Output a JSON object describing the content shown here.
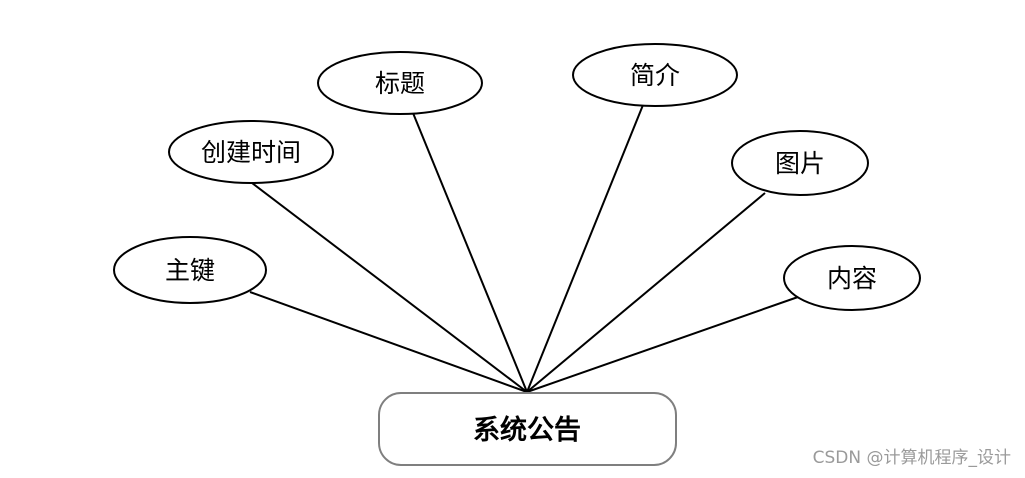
{
  "entity": {
    "label": "系统公告"
  },
  "attributes": [
    {
      "id": "created",
      "label": "创建时间"
    },
    {
      "id": "title",
      "label": "标题"
    },
    {
      "id": "intro",
      "label": "简介"
    },
    {
      "id": "image",
      "label": "图片"
    },
    {
      "id": "pk",
      "label": "主键"
    },
    {
      "id": "content",
      "label": "内容"
    }
  ],
  "watermark": "CSDN @计算机程序_设计"
}
